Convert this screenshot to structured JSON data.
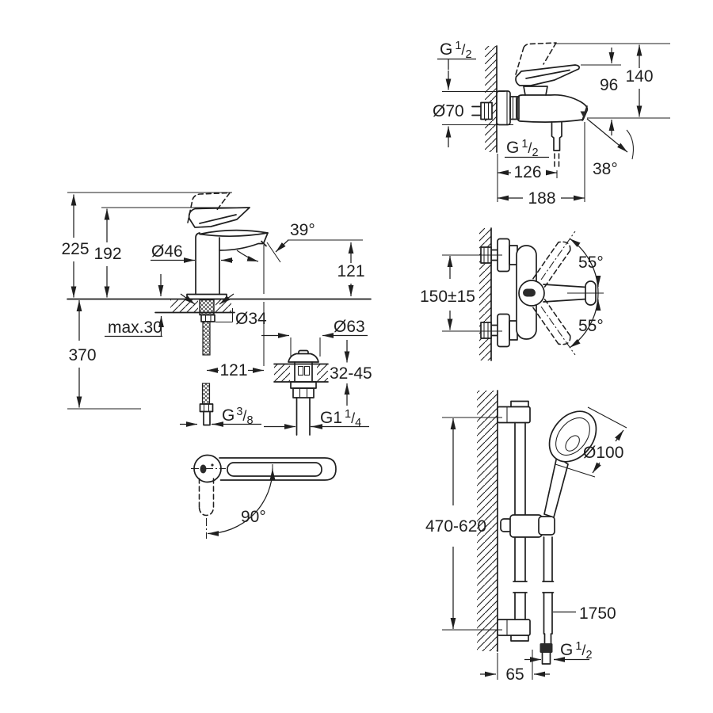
{
  "colors": {
    "background": "#ffffff",
    "line": "#1f1f1f"
  },
  "frac_slash": "/",
  "basin_mixer": {
    "height_overall": "225",
    "height_to_spout_top": "192",
    "body_diameter": "Ø46",
    "spray_angle": "39°",
    "spout_height": "121",
    "deck_thickness_max": "max.30",
    "hose_length": "370",
    "shank_diameter": "Ø34",
    "spout_reach": "121",
    "supply_thread": {
      "p": "G",
      "n": "3",
      "d": "8"
    }
  },
  "pop_up_waste": {
    "flange_diameter": "Ø63",
    "basin_thickness": "32-45",
    "waste_thread": {
      "p": "G1",
      "n": "1",
      "d": "4"
    }
  },
  "handle_detail": {
    "swing_angle": "90°"
  },
  "bath_mixer": {
    "supply_thread": {
      "p": "G",
      "n": "1",
      "d": "2"
    },
    "escutcheon_diameter": "Ø70",
    "height_overall": "140",
    "height_handle": "96",
    "outlet_thread": {
      "p": "G",
      "n": "1",
      "d": "2"
    },
    "wall_to_outlet": "126",
    "spout_angle": "38°",
    "spout_reach": "188"
  },
  "shower_mixer": {
    "union_spacing": "150±15",
    "handle_swing_up": "55°",
    "handle_swing_down": "55°"
  },
  "shower_rail": {
    "head_diameter": "Ø100",
    "bar_adjust_range": "470-620",
    "hose_length": "1750",
    "hose_thread": {
      "p": "G",
      "n": "1",
      "d": "2"
    },
    "wall_offset": "65"
  }
}
